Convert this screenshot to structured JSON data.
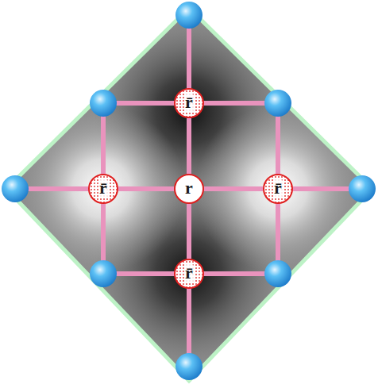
{
  "diagram": {
    "nodes": [
      {
        "text": [
          "r̄"
        ]
      },
      {
        "text": [
          "r̄"
        ]
      },
      {
        "text": [
          "r"
        ]
      },
      {
        "text": [
          "r̄"
        ]
      },
      {
        "text": [
          "r̄"
        ]
      }
    ],
    "edges": [
      {
        "from": 2,
        "to": 0,
        "arrow": "none"
      },
      {
        "from": 2,
        "to": 1,
        "arrow": "none"
      },
      {
        "from": 2,
        "to": 3,
        "arrow": "none"
      },
      {
        "from": 2,
        "to": 4,
        "arrow": "none"
      }
    ]
  }
}
